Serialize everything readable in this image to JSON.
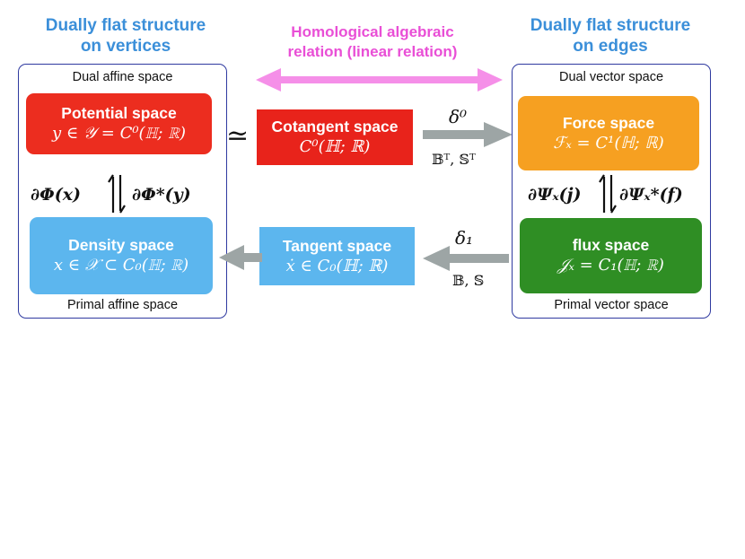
{
  "headings": {
    "left_line1": "Dually flat structure",
    "left_line2": "on vertices",
    "center_line1": "Homological algebraic",
    "center_line2": "relation (linear relation)",
    "right_line1": "Dually flat structure",
    "right_line2": "on edges"
  },
  "left_panel": {
    "top_caption": "Dual affine space",
    "bottom_caption": "Primal affine space",
    "potential": {
      "title": "Potential space",
      "formula": "y ∈ 𝒴 = C⁰(ℍ; ℝ)"
    },
    "density": {
      "title": "Density space",
      "formula": "x ∈ 𝒳 ⊂ C₀(ℍ; ℝ)"
    },
    "map_left": "∂Φ(x)",
    "map_right": "∂Φ*(y)"
  },
  "middle": {
    "iso_symbol": "≃",
    "cotangent": {
      "title": "Cotangent space",
      "formula": "C⁰(ℍ; ℝ)"
    },
    "tangent": {
      "title": "Tangent space",
      "formula": "ẋ ∈ C₀(ℍ; ℝ)"
    },
    "delta0": "δ⁰",
    "delta0_sub": "𝔹ᵀ, 𝕊ᵀ",
    "delta1": "δ₁",
    "delta1_sub": "𝔹, 𝕊"
  },
  "right_panel": {
    "top_caption": "Dual vector space",
    "bottom_caption": "Primal vector space",
    "force": {
      "title": "Force space",
      "formula": "ℱₓ = C¹(ℍ; ℝ)"
    },
    "flux": {
      "title": "flux space",
      "formula": "𝒥ₓ = C₁(ℍ; ℝ)"
    },
    "map_left": "∂Ψₓ(j)",
    "map_right": "∂Ψₓ*(f)"
  },
  "colors": {
    "potential": "#ec2d1f",
    "density": "#5cb6ee",
    "cotangent": "#e8231b",
    "tangent": "#5cb6ee",
    "force": "#f6a021",
    "flux": "#2f8e24",
    "arrow_gray": "#9da5a5",
    "arrow_pink": "#f58fe8",
    "panel_border": "#2f3aa0"
  }
}
